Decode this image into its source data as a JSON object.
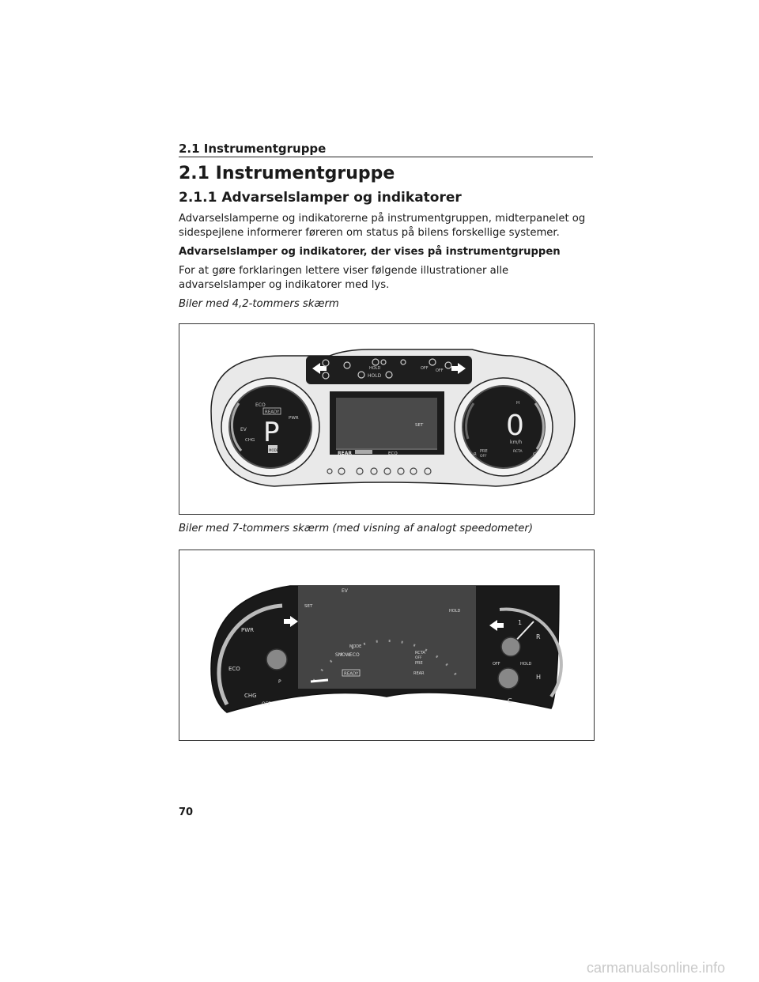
{
  "header": {
    "running_title": "2.1 Instrumentgruppe"
  },
  "section": {
    "title": "2.1 Instrumentgruppe"
  },
  "subsection": {
    "title": "2.1.1 Advarselslamper og indikatorer"
  },
  "body": {
    "intro": "Advarselslamperne og indikatorerne på instrumentgruppen, midterpanelet og sidespejlene informerer føreren om status på bilens forskellige systemer.",
    "bold_heading": "Advarselslamper og indikatorer, der vises på instrumentgruppen",
    "para2": "For at gøre forklaringen lettere viser følgende illustrationer alle advarselslamper og indikatorer med lys.",
    "caption1": "Biler med 4,2-tommers skærm",
    "caption2": "Biler med 7-tommers skærm (med visning af analogt speedometer)"
  },
  "figure1": {
    "indicators_top": [
      "HOLD",
      "OFF",
      "OFF"
    ],
    "hold_label": "HOLD",
    "left_gauge": {
      "eco": "ECO",
      "ready": "READY",
      "pwr": "PWR",
      "chg": "CHG",
      "gear": "P",
      "ev": "EV",
      "mode": "MODE"
    },
    "center": {
      "set": "SET",
      "rear": "REAR",
      "eco": "ECO"
    },
    "right_gauge": {
      "speed": "0",
      "unit": "km/h",
      "h": "H",
      "c": "C",
      "r": "R",
      "pre": "PRE",
      "off": "OFF",
      "rcta": "RCTA"
    }
  },
  "figure2": {
    "left": {
      "pwr": "PWR",
      "eco": "ECO",
      "chg": "CHG",
      "off": "OFF",
      "p": "P"
    },
    "center": {
      "set": "SET",
      "hold": "HOLD",
      "ev": "EV",
      "mode": "MODE",
      "snow": "SNOW",
      "eco": "ECO",
      "ready": "READY",
      "rcta": "RCTA",
      "off": "OFF",
      "pre": "PRE",
      "rear": "REAR"
    },
    "right": {
      "one": "1",
      "r": "R",
      "h": "H",
      "c": "C",
      "hold": "HOLD",
      "off": "OFF"
    }
  },
  "footer": {
    "page_number": "70",
    "watermark": "carmanualsonline.info"
  }
}
